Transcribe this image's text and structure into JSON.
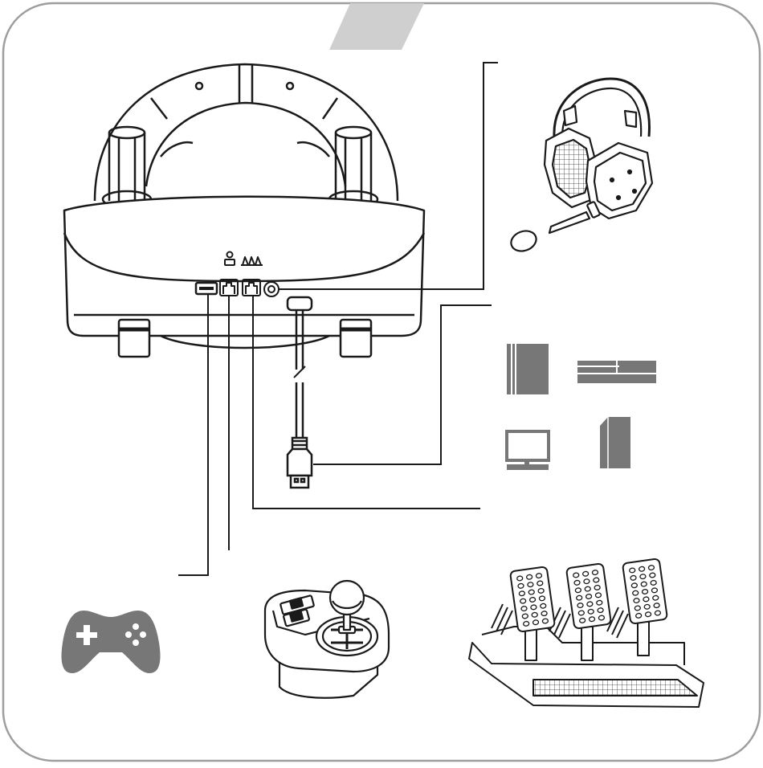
{
  "diagram": {
    "wheel_base": {
      "icons": [
        "pedal-port-icon",
        "shifter-port-icon"
      ],
      "ports": [
        "usb-a-port",
        "rj-port-shifter",
        "rj-port-pedals",
        "audio-jack-port"
      ]
    },
    "usb_cable": {
      "connector": "usb-a"
    },
    "platforms": [
      "console-tower-icon",
      "console-slim-icon",
      "pc-monitor-icon",
      "console-box-icon"
    ],
    "accessories": [
      "headset-icon",
      "gamepad-icon",
      "shifter-icon",
      "pedals-icon"
    ],
    "colors": {
      "line": "#1a1a1a",
      "frame": "#9e9e9e",
      "icon_fill": "#777777",
      "tab_fill": "#cfcfcf",
      "background": "#ffffff"
    }
  }
}
